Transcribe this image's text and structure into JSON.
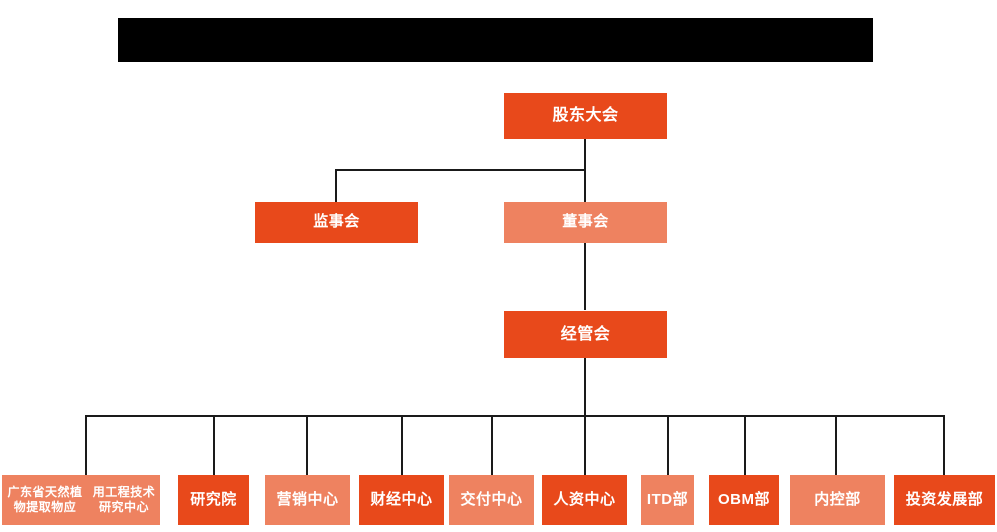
{
  "diagram": {
    "type": "organization-chart",
    "title_bar": {
      "name": "redacted-title-bar",
      "text": "",
      "color": "#000000"
    },
    "colors": {
      "dark_orange": "#E8491B",
      "light_orange": "#EE8260",
      "connector": "#1a1a1a",
      "background": "#FFFFFF",
      "text": "#FFFFFF"
    },
    "levels": [
      {
        "level": 1,
        "nodes": [
          {
            "id": "shareholders",
            "label": "股东大会",
            "shade": "dark"
          }
        ]
      },
      {
        "level": 2,
        "nodes": [
          {
            "id": "supervisors",
            "label": "监事会",
            "shade": "dark"
          },
          {
            "id": "directors",
            "label": "董事会",
            "shade": "light"
          }
        ]
      },
      {
        "level": 3,
        "nodes": [
          {
            "id": "management",
            "label": "经管会",
            "shade": "dark"
          }
        ]
      },
      {
        "level": 4,
        "nodes": [
          {
            "id": "research-center",
            "label": "广东省天然植物提取物应用工程技术研究中心",
            "label_line1": "广东省天然植物提取物应",
            "label_line2": "用工程技术研究中心",
            "shade": "light"
          },
          {
            "id": "institute",
            "label": "研究院",
            "shade": "dark"
          },
          {
            "id": "marketing",
            "label": "营销中心",
            "shade": "light"
          },
          {
            "id": "finance",
            "label": "财经中心",
            "shade": "dark"
          },
          {
            "id": "delivery",
            "label": "交付中心",
            "shade": "light"
          },
          {
            "id": "hr",
            "label": "人资中心",
            "shade": "dark"
          },
          {
            "id": "itd",
            "label": "ITD部",
            "shade": "light"
          },
          {
            "id": "obm",
            "label": "OBM部",
            "shade": "dark"
          },
          {
            "id": "internal-control",
            "label": "内控部",
            "shade": "light"
          },
          {
            "id": "investment",
            "label": "投资发展部",
            "shade": "dark"
          }
        ]
      }
    ]
  }
}
